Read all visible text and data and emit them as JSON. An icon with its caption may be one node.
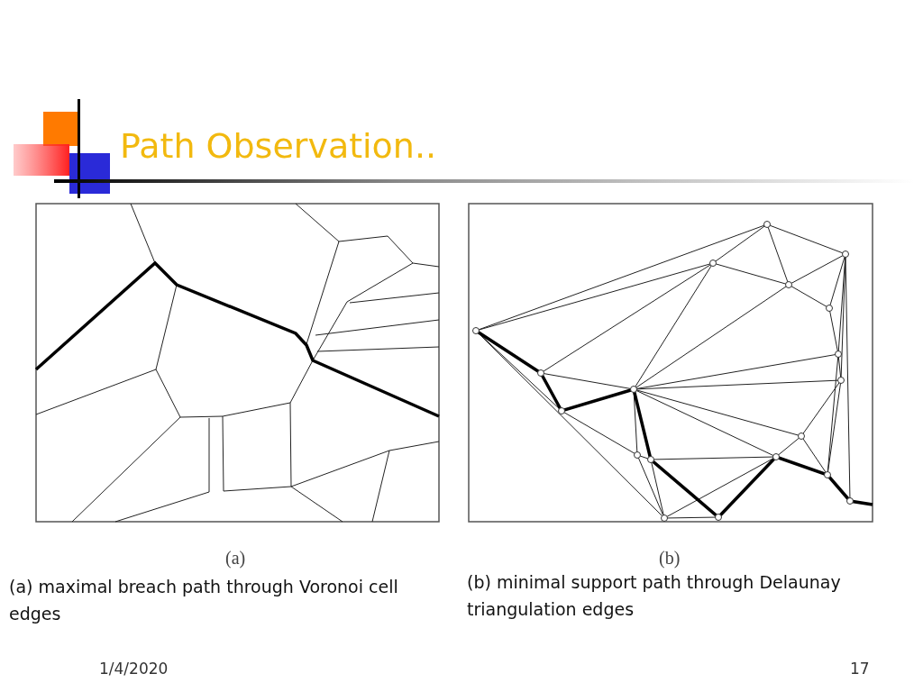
{
  "diagram": {
    "title": "Path Observation..",
    "labels": [
      "(a)",
      "(b)",
      "(a) maximal breach path through Voronoi cell edges",
      "(b) minimal support path through Delaunay triangulation edges",
      "1/4/2020",
      "17"
    ]
  }
}
